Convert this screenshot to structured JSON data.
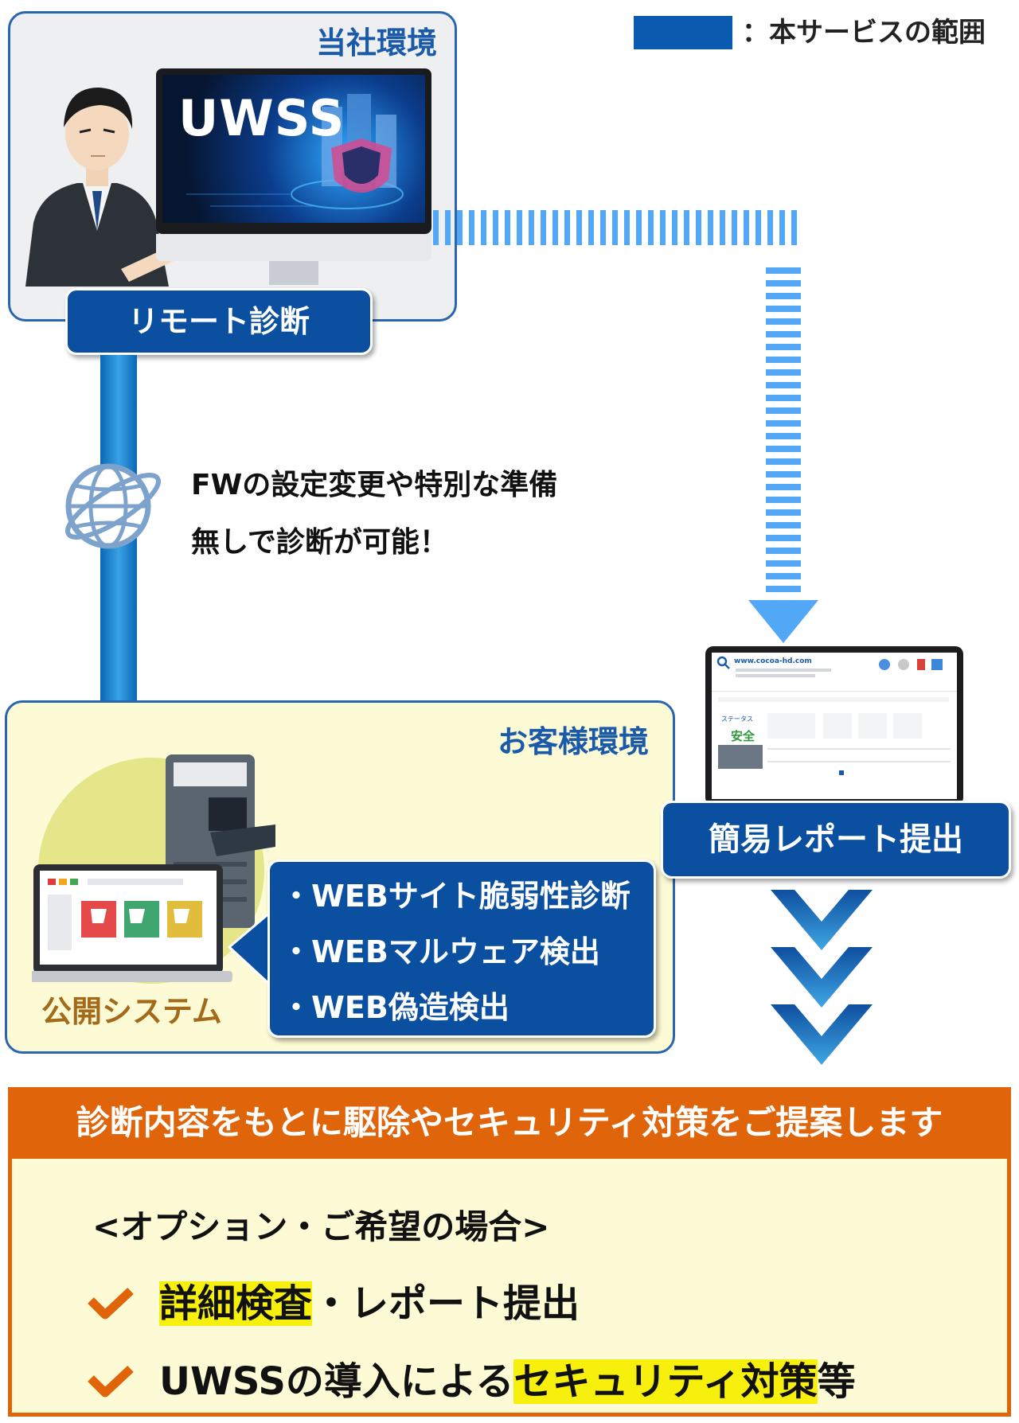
{
  "legend": {
    "swatch_color": "#0a5ab0",
    "text": "：本サービスの範囲"
  },
  "company_env": {
    "title": "当社環境",
    "monitor_label": "UWSS",
    "remote_label": "リモート診断"
  },
  "note": {
    "line1": "FWの設定変更や特別な準備",
    "line2": "無しで診断が可能！",
    "icon": "globe-icon"
  },
  "customer_env": {
    "title": "お客様環境",
    "public_system_label": "公開システム",
    "services": [
      "・WEBサイト脆弱性診断",
      "・WEBマルウェア検出",
      "・WEB偽造検出"
    ]
  },
  "report": {
    "label": "簡易レポート提出",
    "tablet": {
      "url": "www.cocoa-hd.com",
      "status_label": "ステータス",
      "status_value": "安全"
    }
  },
  "proposal": {
    "header": "診断内容をもとに駆除やセキュリティ対策をご提案します",
    "option_heading": "<オプション・ご希望の場合>",
    "items": [
      {
        "highlight": "詳細検査",
        "rest": "・レポート提出"
      },
      {
        "prefix": "UWSSの導入による",
        "highlight": "セキュリティ対策",
        "suffix": "等"
      }
    ]
  },
  "colors": {
    "brand_blue": "#0a4fa0",
    "dotted_blue": "#52a8f7",
    "orange": "#e0650a",
    "cream": "#fdfbd5",
    "highlight_yellow": "#f7ef0c"
  }
}
